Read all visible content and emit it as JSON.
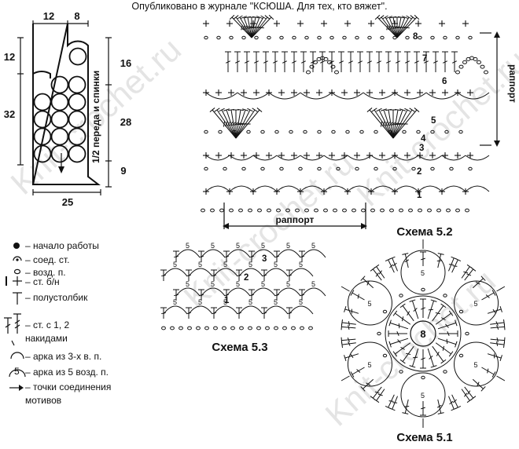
{
  "header": {
    "publication": "Опубликовано в журнале \"КСЮША. Для тех, кто вяжет\"."
  },
  "watermark": "Knit-crochet.ru",
  "schematic": {
    "dims": {
      "top_left": "12",
      "top_right": "8",
      "left_top": "12",
      "left_mid": "32",
      "right_top": "16",
      "right_mid": "28",
      "right_bottom": "9",
      "bottom": "25"
    },
    "label": "1/2 переда и спинки"
  },
  "scheme_52": {
    "caption": "Схема 5.2",
    "repeat_h": "раппорт",
    "repeat_v": "раппорт",
    "rows": [
      "1",
      "2",
      "3",
      "4",
      "5",
      "6",
      "7",
      "8"
    ]
  },
  "scheme_53": {
    "caption": "Схема 5.3",
    "arc_label": "5",
    "rows": [
      "1",
      "2",
      "3"
    ]
  },
  "scheme_51": {
    "caption": "Схема 5.1",
    "center": "8",
    "arc_label": "5"
  },
  "legend": [
    {
      "icon": "start-icon",
      "text": "– начало работы"
    },
    {
      "icon": "slip-stitch-icon",
      "text": "– соед. ст."
    },
    {
      "icon": "chain-icon",
      "text": "– возд. п."
    },
    {
      "icon": "single-crochet-icon",
      "text": "– ст. б/н"
    },
    {
      "icon": "half-double-icon",
      "text": "– полустолбик"
    },
    {
      "icon": "double-crochet-icon",
      "text": "– ст. с 1, 2"
    },
    {
      "icon": "double-crochet-icon-2",
      "text": "накидами"
    },
    {
      "icon": "arc-3-icon",
      "text": "– арка из 3-х в. п."
    },
    {
      "icon": "arc-5-icon",
      "text": "– арка из 5 возд. п."
    },
    {
      "icon": "join-arrow-icon",
      "text": "– точки соединения"
    },
    {
      "icon": "join-arrow-icon-2",
      "text": "мотивов"
    }
  ]
}
